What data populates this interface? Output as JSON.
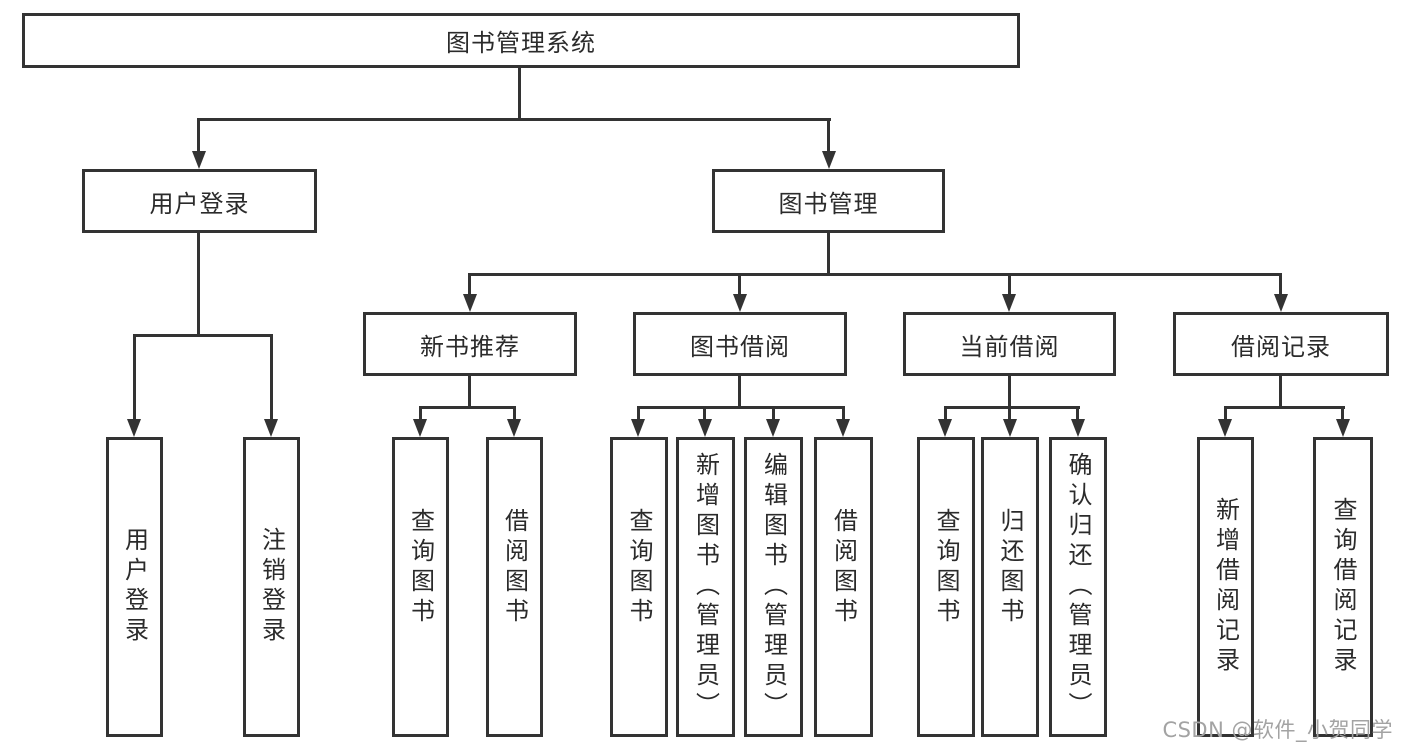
{
  "diagram": {
    "root": {
      "label": "图书管理系统"
    },
    "level1": {
      "user_login": {
        "label": "用户登录"
      },
      "book_management": {
        "label": "图书管理"
      }
    },
    "level2": {
      "new_book_recommendation": {
        "label": "新书推荐"
      },
      "book_borrowing": {
        "label": "图书借阅"
      },
      "current_borrowing": {
        "label": "当前借阅"
      },
      "borrowing_records": {
        "label": "借阅记录"
      }
    },
    "leaves": {
      "user_login": {
        "label": "用户登录"
      },
      "logout": {
        "label": "注销登录"
      },
      "rec_query_books": {
        "label": "查询图书"
      },
      "rec_borrow_books": {
        "label": "借阅图书"
      },
      "bb_query_books": {
        "label": "查询图书"
      },
      "bb_add_books": {
        "label": "新增图书（管理员）"
      },
      "bb_edit_books": {
        "label": "编辑图书（管理员）"
      },
      "bb_borrow_books": {
        "label": "借阅图书"
      },
      "cb_query_books": {
        "label": "查询图书"
      },
      "cb_return_books": {
        "label": "归还图书"
      },
      "cb_confirm_return": {
        "label": "确认归还（管理员）"
      },
      "br_add_record": {
        "label": "新增借阅记录"
      },
      "br_query_record": {
        "label": "查询借阅记录"
      }
    }
  },
  "watermark": {
    "text": "CSDN @软件_小贺同学"
  },
  "colors": {
    "line": "#333333",
    "text": "#2b2b2b",
    "watermark": "#a3a3a3",
    "background": "#ffffff"
  }
}
